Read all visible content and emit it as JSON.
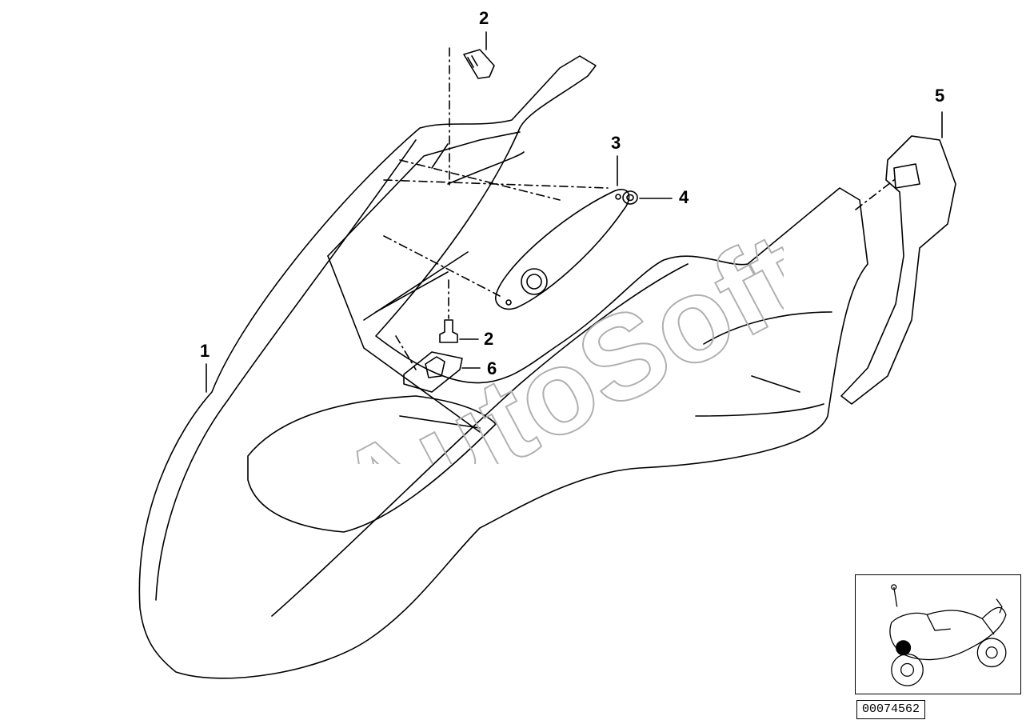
{
  "callouts": [
    {
      "id": "c1",
      "number": "1"
    },
    {
      "id": "c2a",
      "number": "2"
    },
    {
      "id": "c2b",
      "number": "2"
    },
    {
      "id": "c3",
      "number": "3"
    },
    {
      "id": "c4",
      "number": "4"
    },
    {
      "id": "c5",
      "number": "5"
    },
    {
      "id": "c6",
      "number": "6"
    }
  ],
  "watermark": {
    "text": "AutoSoft"
  },
  "diagram_number": "00074562",
  "colors": {
    "line": "#000000",
    "watermark_stroke": "#b0b0b0",
    "background": "#ffffff",
    "marker": "#000000"
  },
  "icons": {
    "inset": "motorcycle-location-icon"
  }
}
